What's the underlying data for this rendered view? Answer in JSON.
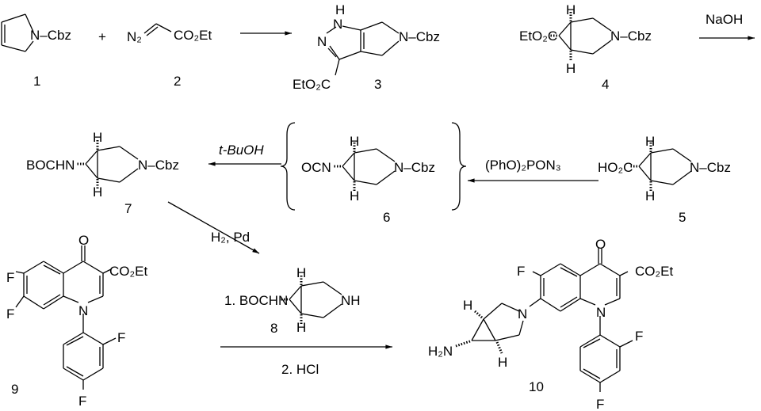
{
  "compounds": {
    "c1": {
      "label": "1",
      "group": "N–Cbz"
    },
    "c2": {
      "label": "2",
      "diazo": "N₂",
      "ester": "CO₂Et"
    },
    "c3": {
      "label": "3",
      "h": "H",
      "n1": "N",
      "n2": "N",
      "ncbz": "N–Cbz",
      "ester": "EtO₂C"
    },
    "c4": {
      "label": "4",
      "ester": "EtO₂C",
      "ncbz": "N–Cbz",
      "h": "H"
    },
    "c5": {
      "label": "5",
      "acid": "HO₂C",
      "ncbz": "N–Cbz",
      "h": "H"
    },
    "c6": {
      "label": "6",
      "iso": "OCN",
      "ncbz": "N–Cbz",
      "h": "H"
    },
    "c7": {
      "label": "7",
      "boc": "BOCHN",
      "ncbz": "N–Cbz",
      "h": "H"
    },
    "c8": {
      "label": "8",
      "boc": "1. BOCHN",
      "nh": "NH",
      "h": "H"
    },
    "c9": {
      "label": "9",
      "o": "O",
      "ester": "CO₂Et",
      "f": "F",
      "n": "N"
    },
    "c10": {
      "label": "10",
      "o": "O",
      "ester": "CO₂Et",
      "f": "F",
      "n": "N",
      "amine": "H₂N",
      "h": "H"
    }
  },
  "plus": "+",
  "reagents": {
    "naoh": "NaOH",
    "dppa": "(PhO)₂PON₃",
    "tbuoh": "t-BuOH",
    "h2pd": "H₂, Pd",
    "hcl": "2. HCl"
  }
}
